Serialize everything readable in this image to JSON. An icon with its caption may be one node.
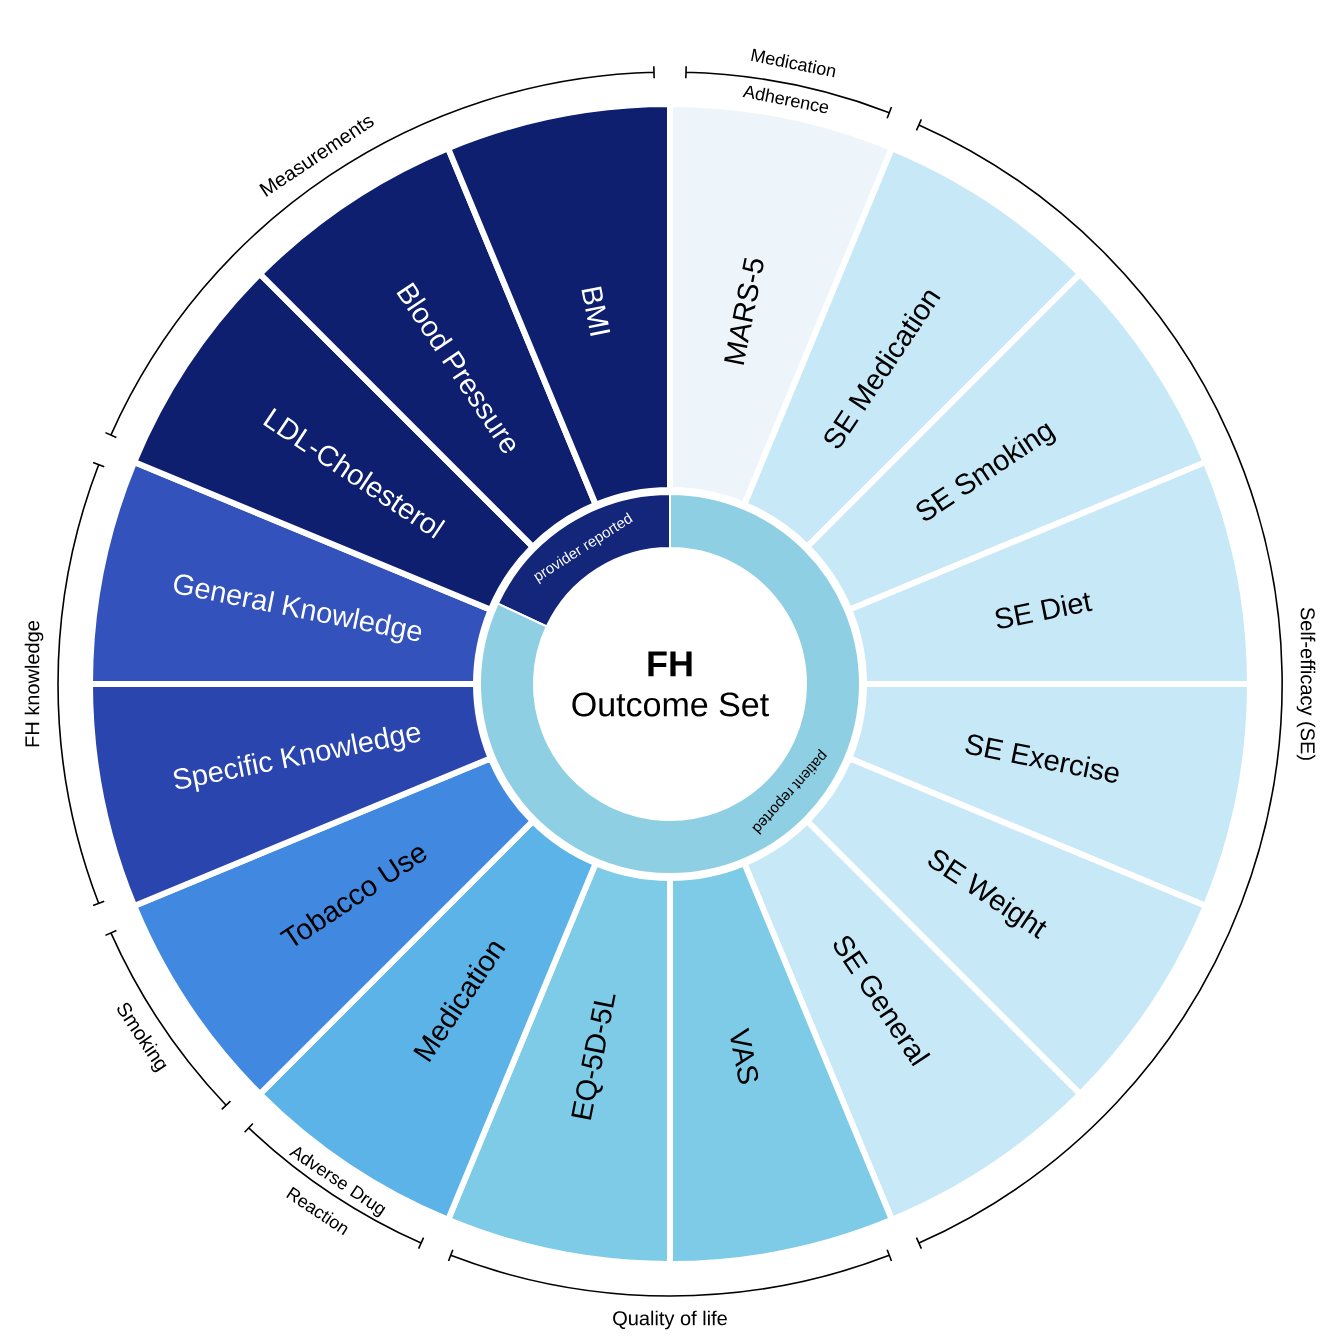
{
  "diagram": {
    "nodes": [
      {
        "text": [
          "FH",
          "Outcome Set"
        ]
      },
      {
        "text": [
          "provider reported"
        ]
      },
      {
        "text": [
          "patient reported"
        ]
      },
      {
        "text": [
          "MARS-5"
        ]
      },
      {
        "text": [
          "SE Medication"
        ]
      },
      {
        "text": [
          "SE Smoking"
        ]
      },
      {
        "text": [
          "SE Diet"
        ]
      },
      {
        "text": [
          "SE Exercise"
        ]
      },
      {
        "text": [
          "SE Weight"
        ]
      },
      {
        "text": [
          "SE General"
        ]
      },
      {
        "text": [
          "VAS"
        ]
      },
      {
        "text": [
          "EQ-5D-5L"
        ]
      },
      {
        "text": [
          "Medication"
        ]
      },
      {
        "text": [
          "Tobacco Use"
        ]
      },
      {
        "text": [
          "Specific Knowledge"
        ]
      },
      {
        "text": [
          "General Knowledge"
        ]
      },
      {
        "text": [
          "LDL-Cholesterol"
        ]
      },
      {
        "text": [
          "Blood Pressure"
        ]
      },
      {
        "text": [
          "BMI"
        ]
      }
    ],
    "labels": [
      "Medication Adherence",
      "Self-efficacy (SE)",
      "Quality of life",
      "Adverse Drug Reaction",
      "Smoking",
      "FH knowledge",
      "Measurements"
    ]
  }
}
